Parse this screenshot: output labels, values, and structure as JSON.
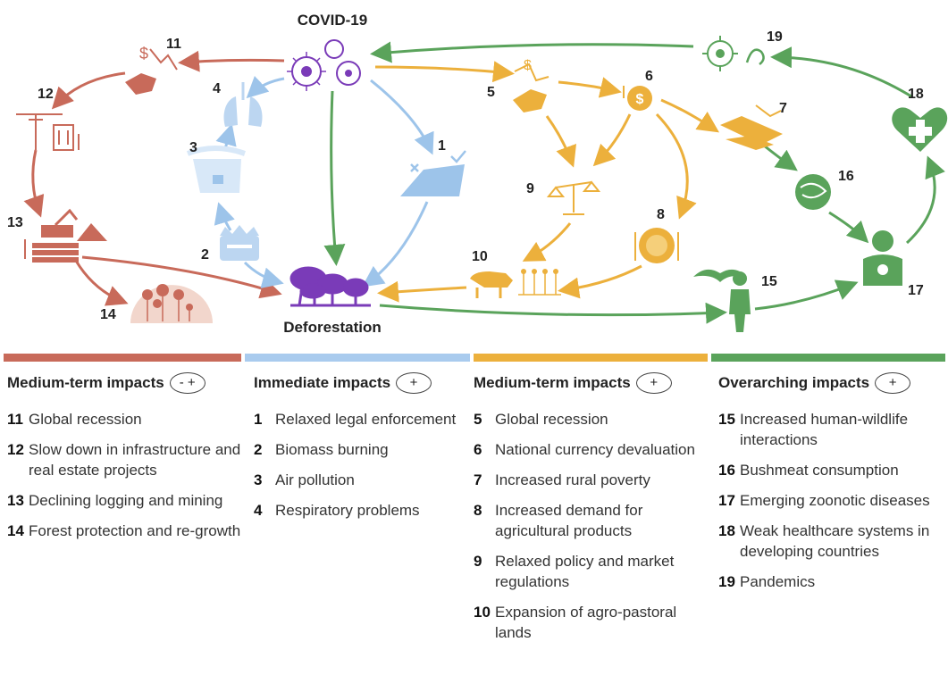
{
  "diagram": {
    "top_label": "COVID-19",
    "bottom_label": "Deforestation",
    "node_numbers": [
      "1",
      "2",
      "3",
      "4",
      "5",
      "6",
      "7",
      "8",
      "9",
      "10",
      "11",
      "12",
      "13",
      "14",
      "15",
      "16",
      "17",
      "18",
      "19"
    ]
  },
  "colors": {
    "red": "#c86a5a",
    "blue": "#9dc4ea",
    "yellow": "#ecb03c",
    "green": "#5aa35b",
    "purple": "#7a3bb8"
  },
  "columns": [
    {
      "heading": "Medium-term impacts",
      "sign": "- +",
      "items": [
        {
          "num": "11",
          "text": "Global recession"
        },
        {
          "num": "12",
          "text": "Slow down in infrastructure and real estate projects"
        },
        {
          "num": "13",
          "text": "Declining logging and mining"
        },
        {
          "num": "14",
          "text": "Forest protection and re-growth"
        }
      ]
    },
    {
      "heading": "Immediate impacts",
      "sign": "+",
      "items": [
        {
          "num": "1",
          "text": "Relaxed legal enforcement"
        },
        {
          "num": "2",
          "text": "Biomass burning"
        },
        {
          "num": "3",
          "text": "Air pollution"
        },
        {
          "num": "4",
          "text": "Respiratory problems"
        }
      ]
    },
    {
      "heading": "Medium-term impacts",
      "sign": "+",
      "items": [
        {
          "num": "5",
          "text": "Global recession"
        },
        {
          "num": "6",
          "text": "National currency devaluation"
        },
        {
          "num": "7",
          "text": "Increased rural poverty"
        },
        {
          "num": "8",
          "text": "Increased demand for agricultural products"
        },
        {
          "num": "9",
          "text": "Relaxed policy and market regulations"
        },
        {
          "num": "10",
          "text": "Expansion of agro-pastoral lands"
        }
      ]
    },
    {
      "heading": "Overarching impacts",
      "sign": "+",
      "items": [
        {
          "num": "15",
          "text": "Increased human-wildlife interactions"
        },
        {
          "num": "16",
          "text": "Bushmeat consumption"
        },
        {
          "num": "17",
          "text": "Emerging zoonotic diseases"
        },
        {
          "num": "18",
          "text": "Weak healthcare systems in developing countries"
        },
        {
          "num": "19",
          "text": "Pandemics"
        }
      ]
    }
  ]
}
